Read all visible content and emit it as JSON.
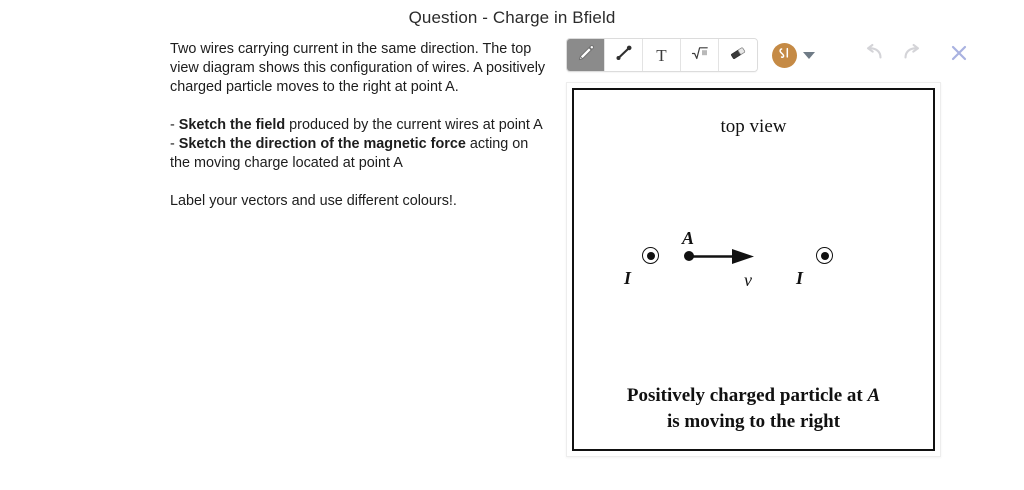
{
  "page": {
    "title": "Question - Charge in Bfield"
  },
  "prompt": {
    "paragraph1": "Two wires carrying current in the same direction. The top view diagram shows this configuration of wires. A positively charged particle moves to the right at point A.",
    "task1_bold": "Sketch the field",
    "task1_rest": " produced by the current wires at point A",
    "task2_bold": "Sketch the direction of the magnetic force",
    "task2_rest": " acting on the moving charge located at point A",
    "bullet_marker": "- ",
    "closing": "Label your vectors and use different colours!."
  },
  "toolbar": {
    "tools": [
      {
        "name": "pencil-tool",
        "icon": "pencil-icon",
        "label": "",
        "active": true
      },
      {
        "name": "line-tool",
        "icon": "line-icon",
        "label": "",
        "active": false
      },
      {
        "name": "text-tool",
        "icon": "text-icon",
        "label": "T",
        "active": false
      },
      {
        "name": "equation-tool",
        "icon": "sqrt-icon",
        "label": "√■",
        "active": false
      },
      {
        "name": "eraser-tool",
        "icon": "eraser-icon",
        "label": "",
        "active": false
      }
    ],
    "color_swatch": {
      "name": "stroke-color-swatch",
      "color": "#c58a45",
      "stroke_icon": "squiggle-stroke-icon",
      "dropdown_icon": "chevron-down-icon"
    },
    "history": [
      {
        "name": "undo-button",
        "icon": "undo-arrow-icon",
        "color": "#d4d4d8",
        "enabled": false
      },
      {
        "name": "redo-button",
        "icon": "redo-arrow-icon",
        "color": "#d4d4d8",
        "enabled": false
      }
    ],
    "close": {
      "name": "close-button",
      "icon": "close-x-icon",
      "color": "#a9b2e0"
    }
  },
  "figure": {
    "top_label": "top view",
    "caption_line1_pre": "Positively charged particle at ",
    "caption_line1_italic": "A",
    "caption_line2": "is moving to the right",
    "point_label": "A",
    "velocity_label": "v",
    "left_current_label": "I",
    "right_current_label": "I",
    "symbols": {
      "current_out_of_page": "circle-dot",
      "velocity_arrow": "right-arrow"
    }
  },
  "colors": {
    "accent_orange": "#c58a45",
    "close_blue": "#a9b2e0",
    "disabled_grey": "#d4d4d8",
    "active_tool_grey": "#8b8b8b"
  }
}
